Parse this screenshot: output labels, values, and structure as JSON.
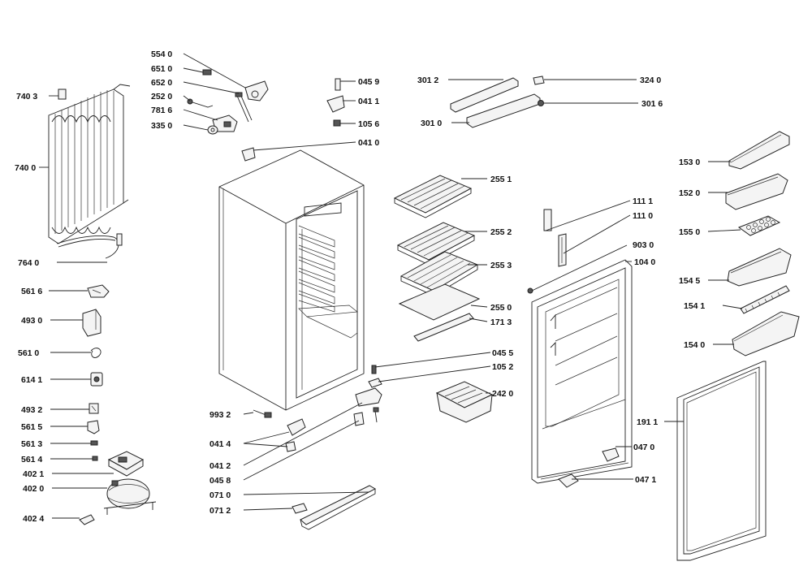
{
  "labels": {
    "l7403": "740 3",
    "l7400": "740 0",
    "l7640": "764 0",
    "l5616": "561 6",
    "l4930": "493 0",
    "l5610": "561 0",
    "l6141": "614 1",
    "l4932": "493 2",
    "l5615": "561 5",
    "l5613": "561 3",
    "l5614": "561 4",
    "l4021": "402 1",
    "l4020": "402 0",
    "l4024": "402 4",
    "l5540": "554 0",
    "l6510": "651 0",
    "l6520": "652 0",
    "l2520": "252 0",
    "l7816": "781 6",
    "l3350": "335 0",
    "l0459": "045 9",
    "l0411": "041 1",
    "l1056": "105 6",
    "l0410": "041 0",
    "l3012": "301 2",
    "l3010": "301 0",
    "l3240": "324 0",
    "l3016": "301 6",
    "l2551": "255 1",
    "l2552": "255 2",
    "l2553": "255 3",
    "l2550": "255 0",
    "l1713": "171 3",
    "l0455": "045 5",
    "l1052": "105 2",
    "l2420": "242 0",
    "l9932": "993 2",
    "l0414": "041 4",
    "l0412": "041 2",
    "l0458": "045 8",
    "l0710": "071 0",
    "l0712": "071 2",
    "l1111": "111 1",
    "l1110": "111 0",
    "l9030": "903 0",
    "l1040": "104 0",
    "l1530": "153 0",
    "l1520": "152 0",
    "l1550": "155 0",
    "l1545": "154 5",
    "l1541": "154 1",
    "l1540": "154 0",
    "l1911": "191 1",
    "l0470": "047 0",
    "l0471": "047 1"
  }
}
